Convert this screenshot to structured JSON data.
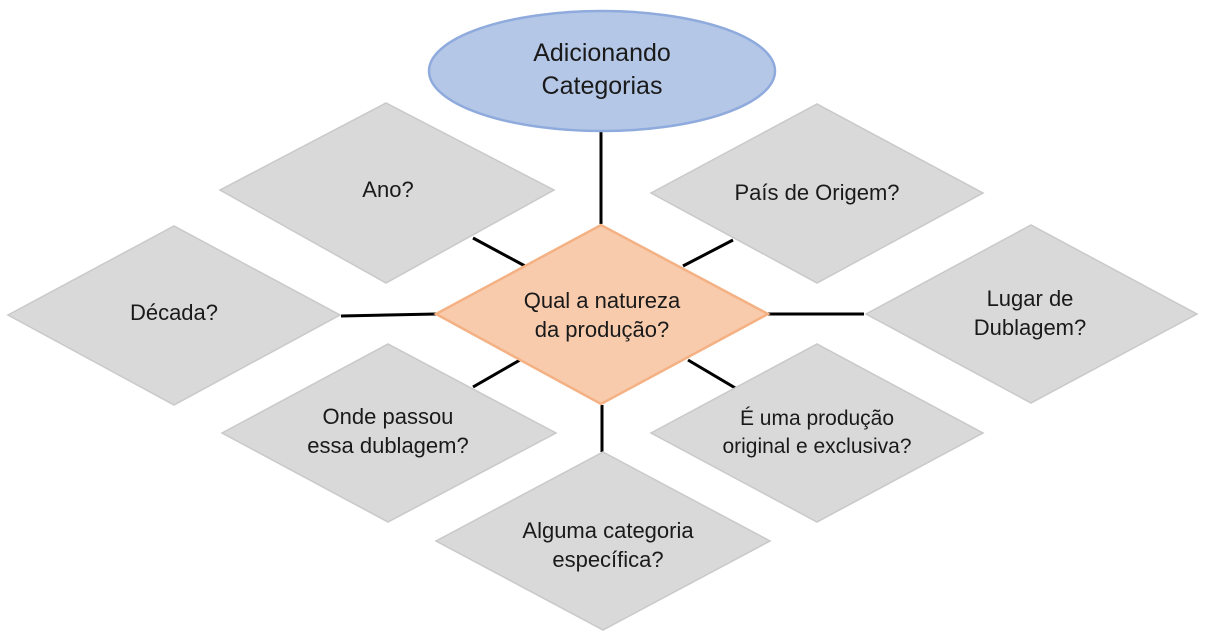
{
  "title": "Adicionando\nCategorias",
  "center": "Qual a natureza\nda produção?",
  "questions": [
    "Ano?",
    "País de Origem?",
    "Década?",
    "Lugar de\nDublagem?",
    "Onde passou\nessa dublagem?",
    "É uma produção\noriginal e exclusiva?",
    "Alguma categoria\nespecífica?"
  ],
  "colors": {
    "title_fill": "#b4c7e7",
    "title_stroke": "#8faadc",
    "center_fill": "#f8cbad",
    "center_stroke": "#f4b183",
    "question_fill": "#d9d9d9",
    "question_stroke": "#c9c9c9",
    "connector": "#000000"
  }
}
